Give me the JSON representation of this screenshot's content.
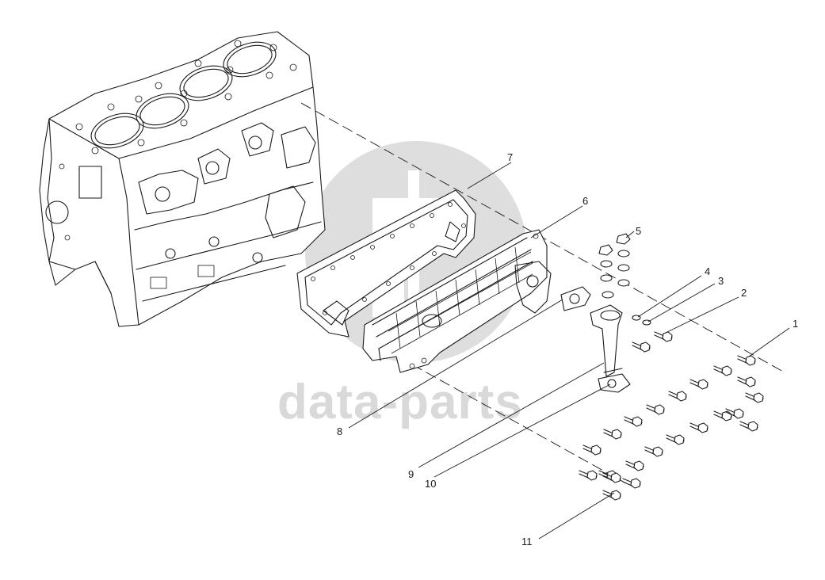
{
  "watermark": {
    "text": "data-parts",
    "color": "#d9d9d9"
  },
  "callouts": [
    {
      "id": "1",
      "label": "1"
    },
    {
      "id": "2",
      "label": "2"
    },
    {
      "id": "3",
      "label": "3"
    },
    {
      "id": "4",
      "label": "4"
    },
    {
      "id": "5",
      "label": "5"
    },
    {
      "id": "6",
      "label": "6"
    },
    {
      "id": "7",
      "label": "7"
    },
    {
      "id": "8",
      "label": "8"
    },
    {
      "id": "9",
      "label": "9"
    },
    {
      "id": "10",
      "label": "10"
    },
    {
      "id": "11",
      "label": "11"
    }
  ]
}
